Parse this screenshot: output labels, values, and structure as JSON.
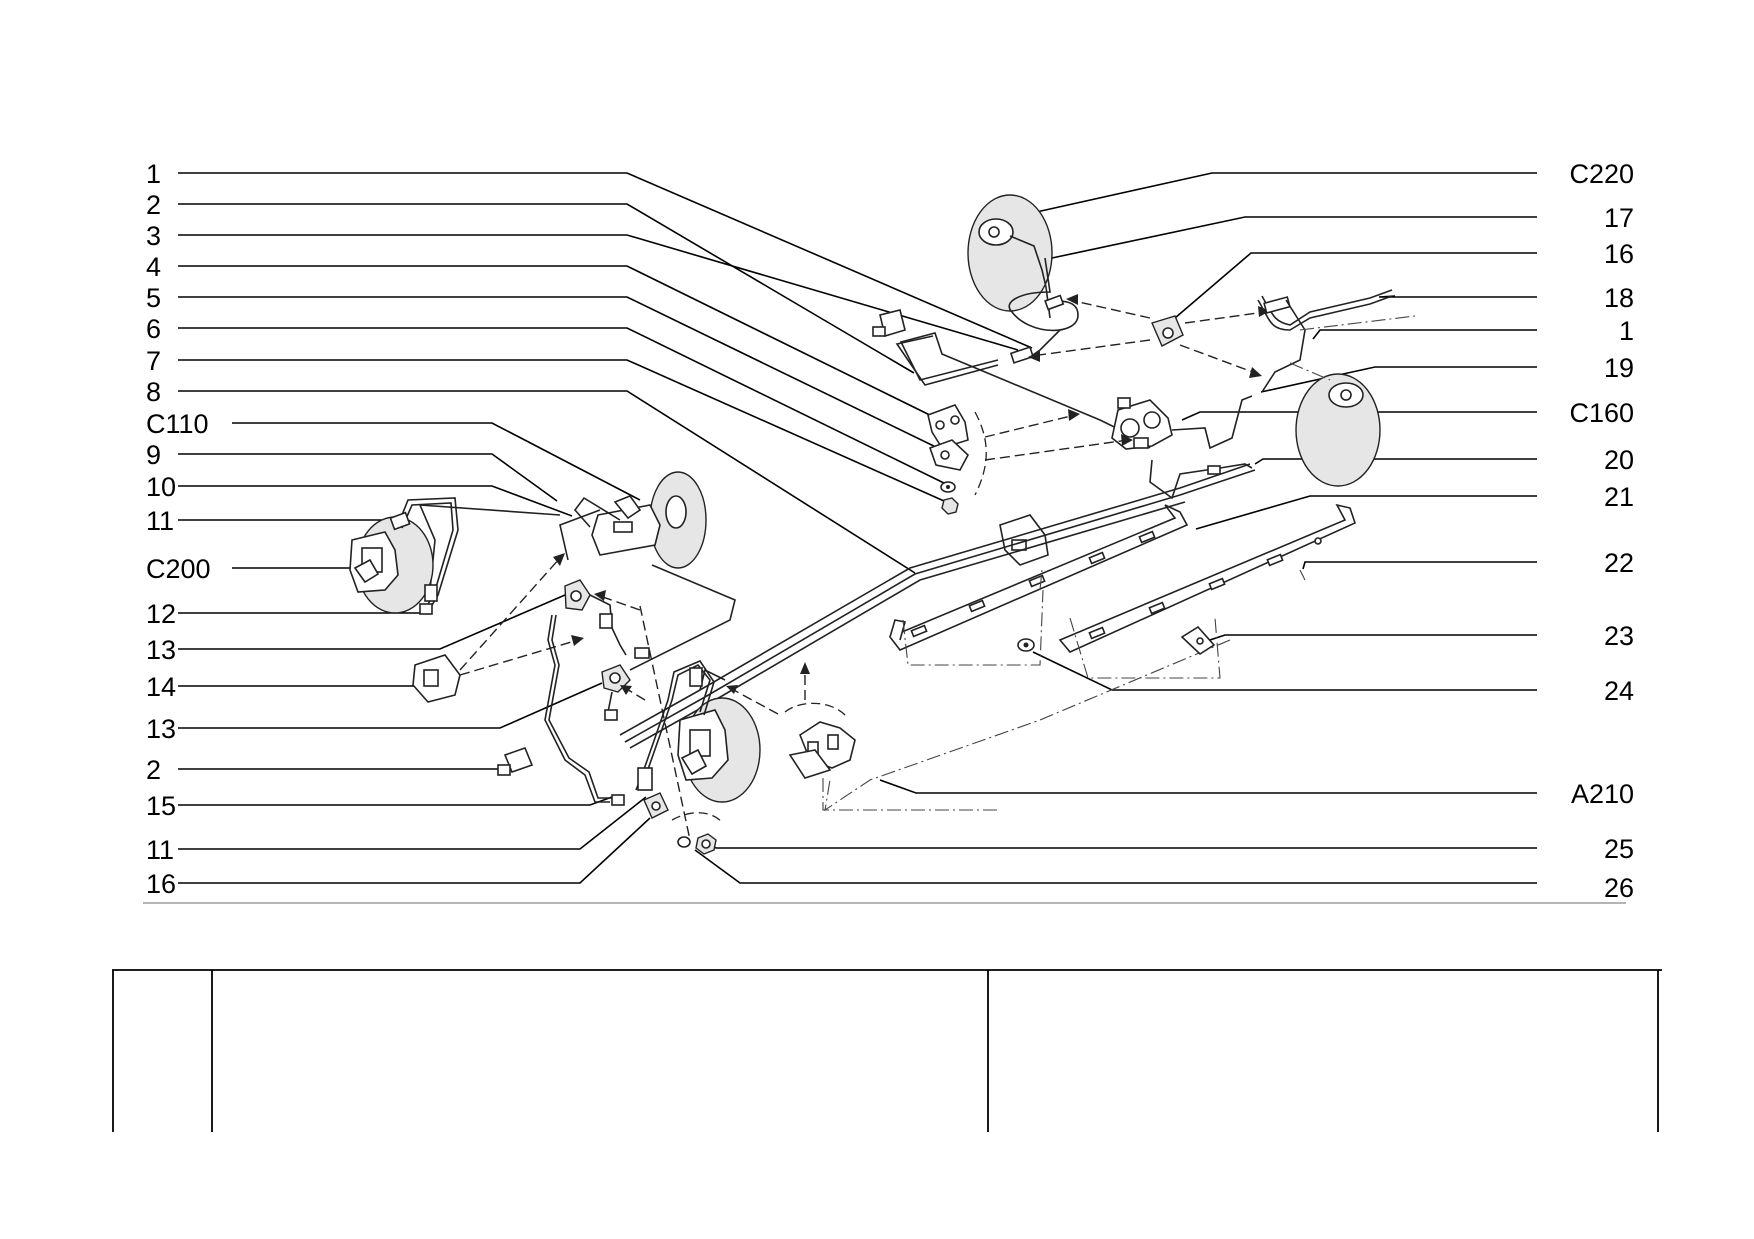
{
  "labels_left": [
    {
      "text": "1",
      "part": "pipe-1"
    },
    {
      "text": "2",
      "part": "pipe-clip"
    },
    {
      "text": "3",
      "part": "pipe-3"
    },
    {
      "text": "4",
      "part": "bracket-4"
    },
    {
      "text": "5",
      "part": "bracket-5"
    },
    {
      "text": "6",
      "part": "washer-6"
    },
    {
      "text": "7",
      "part": "nut-7"
    },
    {
      "text": "8",
      "part": "pipe-8"
    },
    {
      "text": "C110",
      "part": "master-cylinder-booster"
    },
    {
      "text": "9",
      "part": "pipe-9"
    },
    {
      "text": "10",
      "part": "pipe-10"
    },
    {
      "text": "11",
      "part": "front-left-hose"
    },
    {
      "text": "C200",
      "part": "front-left-caliper-disc"
    },
    {
      "text": "12",
      "part": "front-left-hose-end"
    },
    {
      "text": "13",
      "part": "connector-13-upper"
    },
    {
      "text": "14",
      "part": "bracket-14"
    },
    {
      "text": "13",
      "part": "connector-13-lower"
    },
    {
      "text": "2",
      "part": "pipe-clip-lower"
    },
    {
      "text": "15",
      "part": "pipe-15"
    },
    {
      "text": "11",
      "part": "front-right-hose"
    },
    {
      "text": "16",
      "part": "clip-16-lower"
    }
  ],
  "labels_right": [
    {
      "text": "C220",
      "part": "rear-left-drum"
    },
    {
      "text": "17",
      "part": "rear-left-pipe"
    },
    {
      "text": "16",
      "part": "clip-16-upper"
    },
    {
      "text": "18",
      "part": "rear-right-pipe-18"
    },
    {
      "text": "1",
      "part": "rear-hose-1"
    },
    {
      "text": "19",
      "part": "rear-right-pipe-19"
    },
    {
      "text": "C160",
      "part": "pressure-regulator"
    },
    {
      "text": "20",
      "part": "pipe-20"
    },
    {
      "text": "21",
      "part": "pipe-21"
    },
    {
      "text": "22",
      "part": "rail-22"
    },
    {
      "text": "23",
      "part": "clip-23"
    },
    {
      "text": "24",
      "part": "washer-24"
    },
    {
      "text": "A210",
      "part": "pipe-clamp-assembly"
    },
    {
      "text": "25",
      "part": "nut-25"
    },
    {
      "text": "26",
      "part": "washer-26"
    }
  ]
}
